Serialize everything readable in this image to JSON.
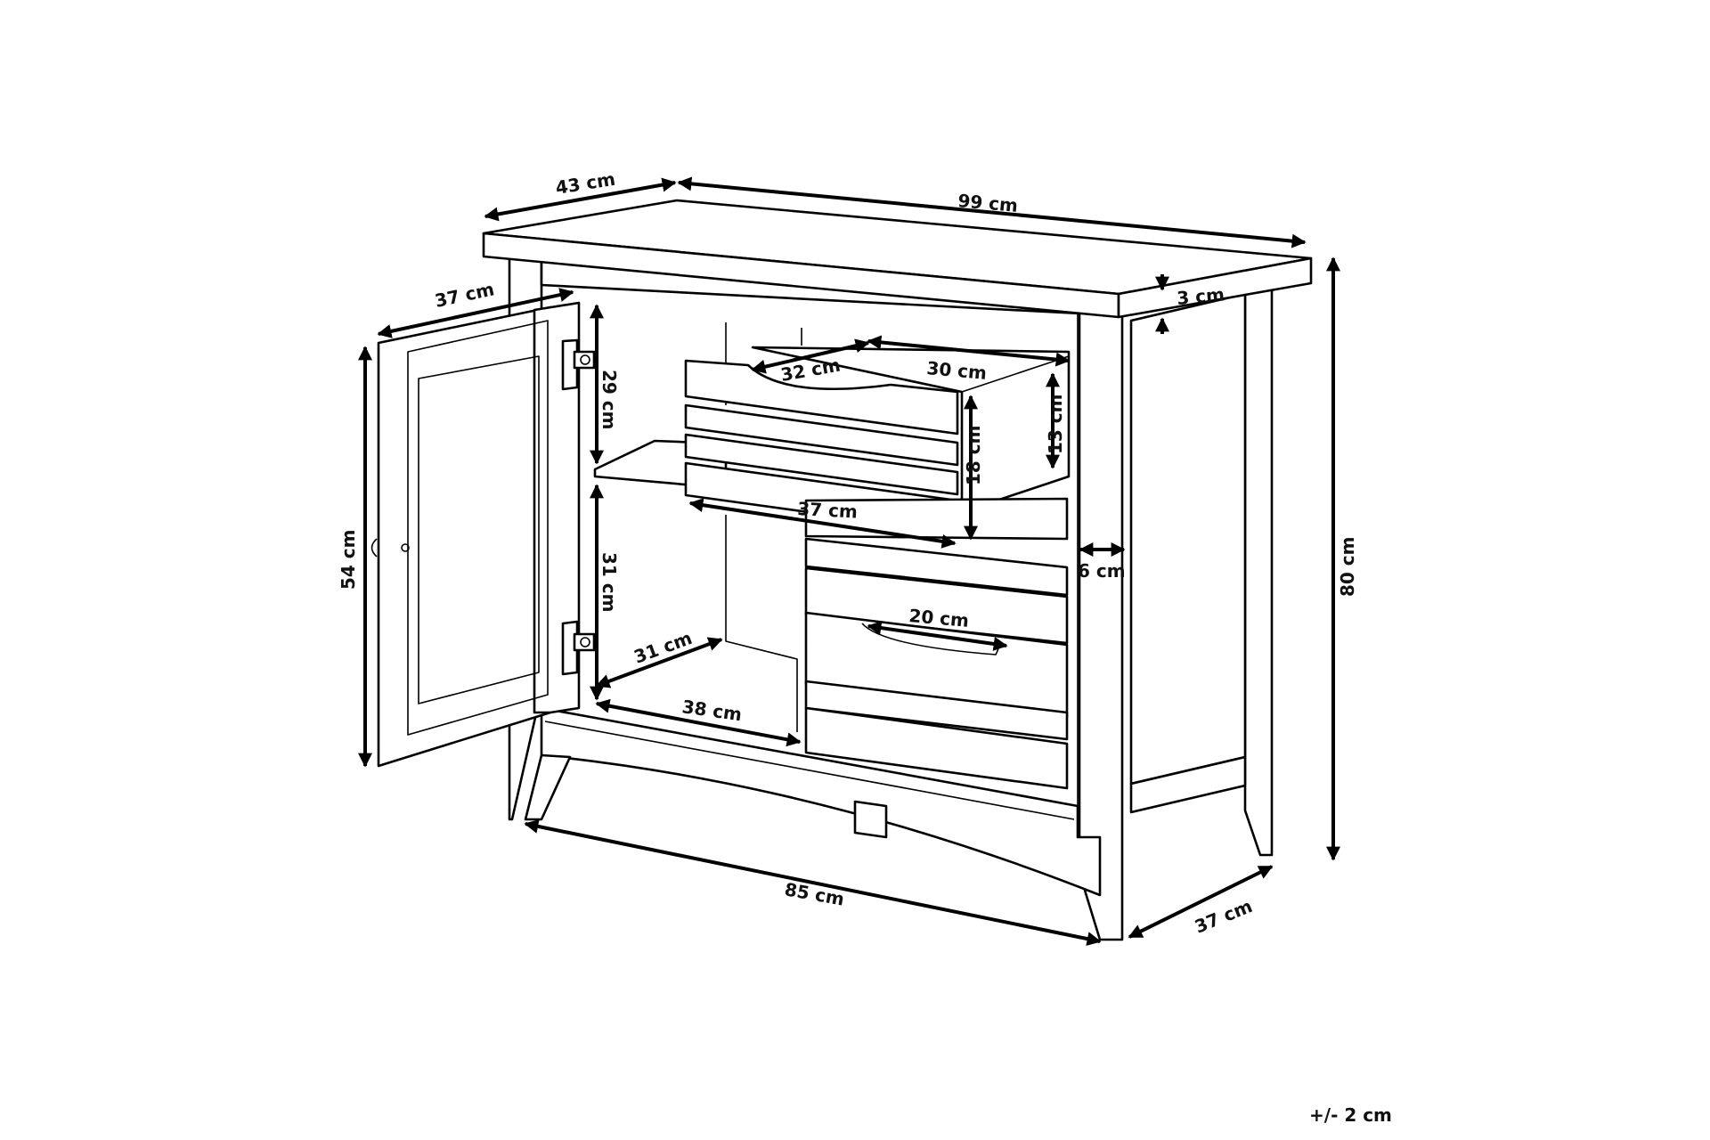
{
  "dimensions": {
    "top_depth": "43 cm",
    "top_width": "99 cm",
    "top_thickness": "3 cm",
    "door_width": "37 cm",
    "door_height": "54 cm",
    "upper_compartment_height": "29 cm",
    "lower_compartment_height": "31 cm",
    "drawer_depth": "32 cm",
    "drawer_width": "30 cm",
    "drawer_inner_height": "13 cm",
    "drawer_front_height": "18 cm",
    "drawer_front_width": "37 cm",
    "side_offset": "6 cm",
    "handle_width": "20 cm",
    "shelf_depth": "31 cm",
    "shelf_width": "38 cm",
    "total_height": "80 cm",
    "base_width": "85 cm",
    "base_depth": "37 cm"
  },
  "tolerance": "+/- 2 cm"
}
